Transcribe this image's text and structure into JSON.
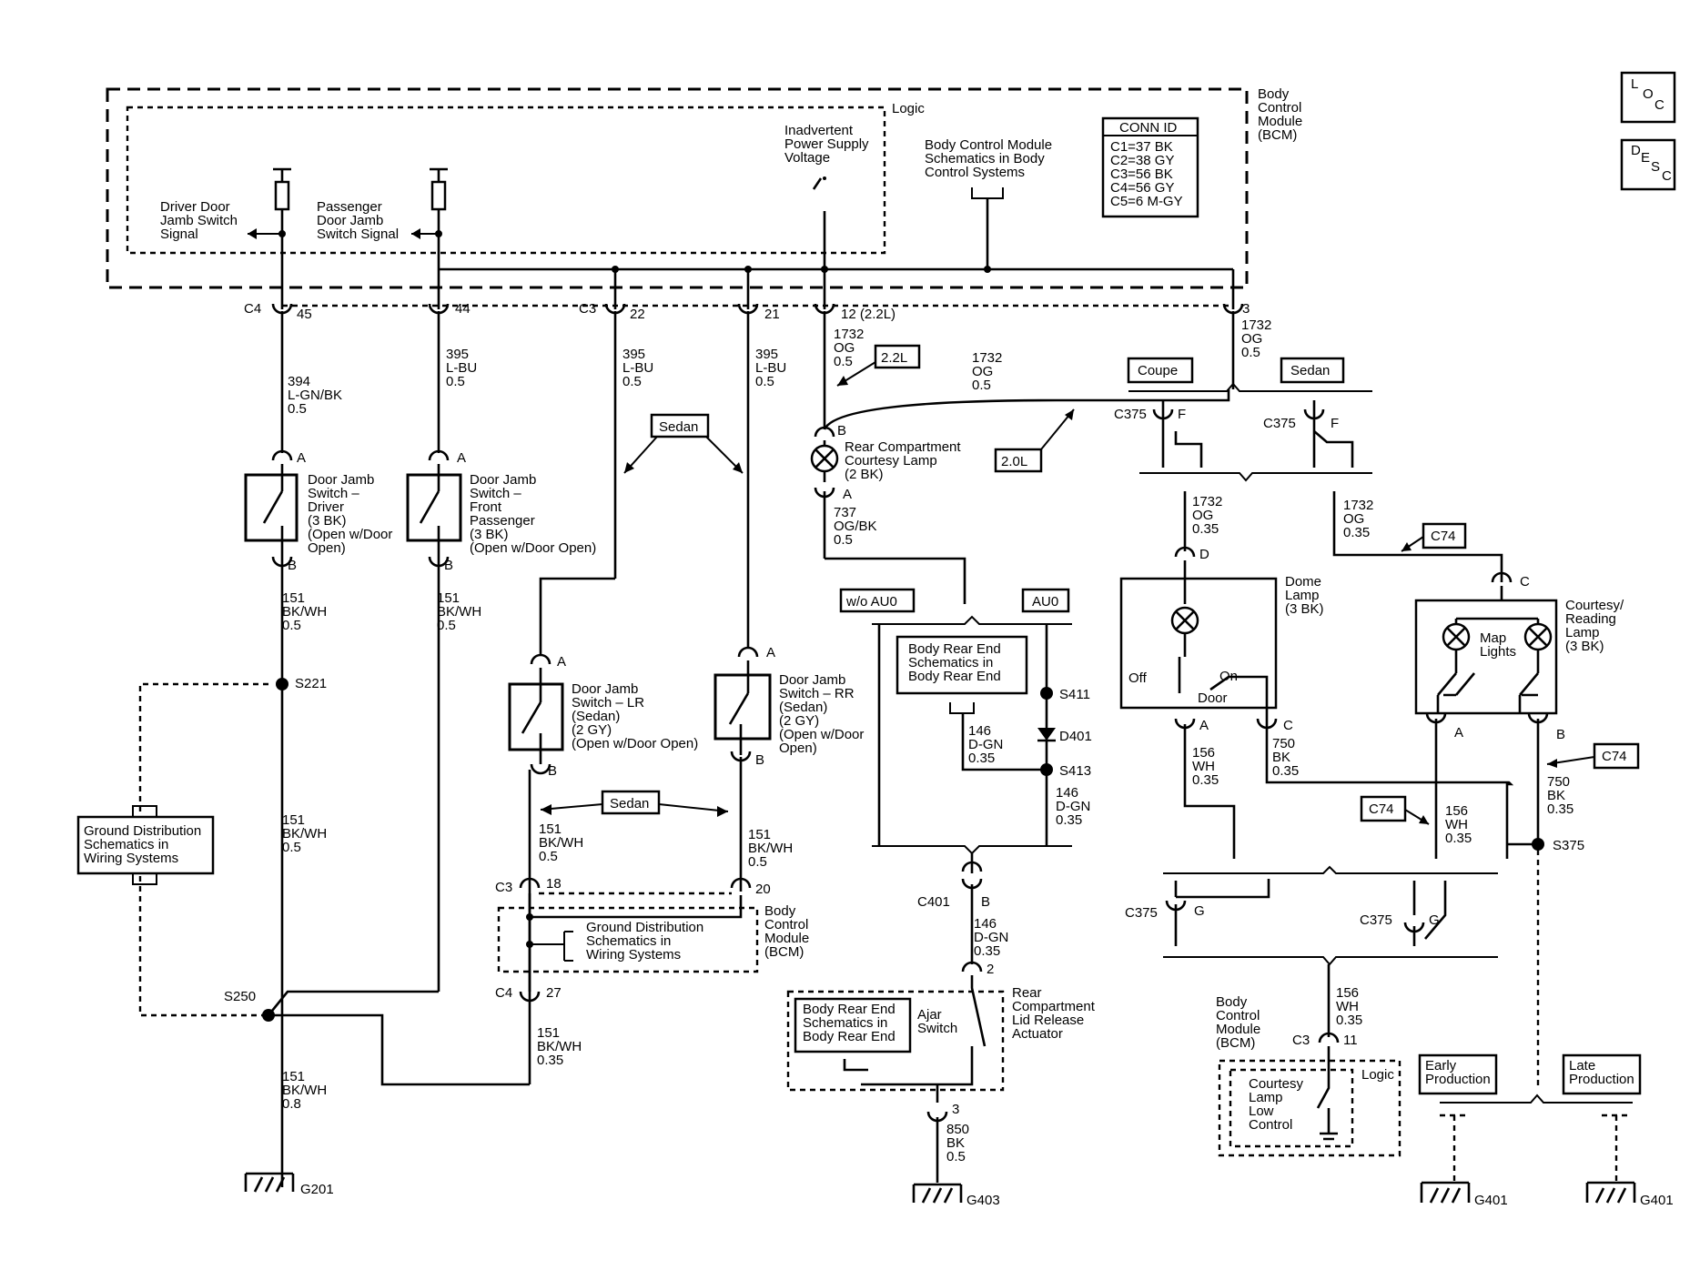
{
  "bcm": {
    "name": "Body\nControl\nModule\n(BCM)",
    "logic": "Logic"
  },
  "conn_id": {
    "title": "CONN ID",
    "rows": [
      "C1=37 BK",
      "C2=38 GY",
      "C3=56 BK",
      "C4=56 GY",
      "C5=6 M-GY"
    ]
  },
  "bcm_ref": "Body Control Module\nSchematics in Body\nControl Systems",
  "inputs": {
    "driver": "Driver Door\nJamb Switch\nSignal",
    "passenger": "Passenger\nDoor Jamb\nSwitch Signal",
    "inadvertent": "Inadvertent\nPower Supply\nVoltage"
  },
  "buttons": {
    "loc": "LOC",
    "desc": "DESC"
  },
  "pins": {
    "c4": "C4",
    "c4_45": "45",
    "c4_44": "44",
    "c3": "C3",
    "c3_22": "22",
    "c3_21": "21",
    "p12": "12 (2.2L)",
    "p3": "3",
    "a": "A",
    "b": "B",
    "c": "C",
    "d": "D",
    "f": "F",
    "g": "G",
    "c3_18": "18",
    "c3_20": "20",
    "c4_27": "27",
    "c401": "C401",
    "p2": "2",
    "p3b": "3",
    "c3_11": "11",
    "c375": "C375"
  },
  "wires": {
    "w394": "394\nL-GN/BK\n0.5",
    "w395a": "395\nL-BU\n0.5",
    "w395b": "395\nL-BU\n0.5",
    "w395c": "395\nL-BU\n0.5",
    "w151a": "151\nBK/WH\n0.5",
    "w151b": "151\nBK/WH\n0.5",
    "w151c": "151\nBK/WH\n0.5",
    "w151d": "151\nBK/WH\n0.5",
    "w151e": "151\nBK/WH\n0.5",
    "w151f": "151\nBK/WH\n0.35",
    "w151g": "151\nBK/WH\n0.8",
    "w1732a": "1732\nOG\n0.5",
    "w1732b": "1732\nOG\n0.5",
    "w1732c": "1732\nOG\n0.5",
    "w1732d": "1732\nOG\n0.35",
    "w1732e": "1732\nOG\n0.35",
    "w737": "737\nOG/BK\n0.5",
    "w146a": "146\nD-GN\n0.35",
    "w146b": "146\nD-GN\n0.35",
    "w146c": "146\nD-GN\n0.35",
    "w850": "850\nBK\n0.5",
    "w156a": "156\nWH\n0.35",
    "w156b": "156\nWH\n0.35",
    "w156c": "156\nWH\n0.35",
    "w750a": "750\nBK\n0.35",
    "w750b": "750\nBK\n0.35"
  },
  "components": {
    "dj_driver": "Door Jamb\nSwitch –\nDriver\n(3 BK)\n(Open w/Door\nOpen)",
    "dj_front": "Door Jamb\nSwitch –\nFront\nPassenger\n(3 BK)\n(Open w/Door Open)",
    "dj_lr": "Door Jamb\nSwitch – LR\n(Sedan)\n(2 GY)\n(Open w/Door Open)",
    "dj_rr": "Door Jamb\nSwitch – RR\n(Sedan)\n(2 GY)\n(Open w/Door\nOpen)",
    "rear_lamp": "Rear Compartment\nCourtesy Lamp\n(2 BK)",
    "dome": "Dome\nLamp\n(3 BK)",
    "courtesy": "Courtesy/\nReading\nLamp\n(3 BK)",
    "map": "Map\nLights",
    "rear_actuator": "Rear\nCompartment\nLid Release\nActuator",
    "ajar": "Ajar\nSwitch",
    "bcm2": "Body\nControl\nModule\n(BCM)",
    "bcm3": "Body\nControl\nModule\n(BCM)",
    "courtesy_logic": "Courtesy\nLamp\nLow\nControl",
    "logic2": "Logic",
    "off": "Off",
    "on": "On",
    "door": "Door"
  },
  "references": {
    "ground_left": "Ground Distribution\nSchematics in\nWiring Systems",
    "ground_mid": "Ground Distribution\nSchematics in\nWiring Systems",
    "body_rear_1": "Body Rear End\nSchematics in\nBody Rear End",
    "body_rear_2": "Body Rear End\nSchematics in\nBody Rear End"
  },
  "options": {
    "sedan1": "Sedan",
    "sedan2": "Sedan",
    "sedan3": "Sedan",
    "coupe": "Coupe",
    "l22": "2.2L",
    "l20": "2.0L",
    "wo_au0": "w/o AU0",
    "au0": "AU0",
    "c74a": "C74",
    "c74b": "C74",
    "c74c": "C74",
    "early": "Early\nProduction",
    "late": "Late\nProduction"
  },
  "splices": {
    "s221": "S221",
    "s250": "S250",
    "s411": "S411",
    "s413": "S413",
    "s375": "S375",
    "d401": "D401"
  },
  "grounds": {
    "g201": "G201",
    "g403": "G403",
    "g401a": "G401",
    "g401b": "G401"
  }
}
